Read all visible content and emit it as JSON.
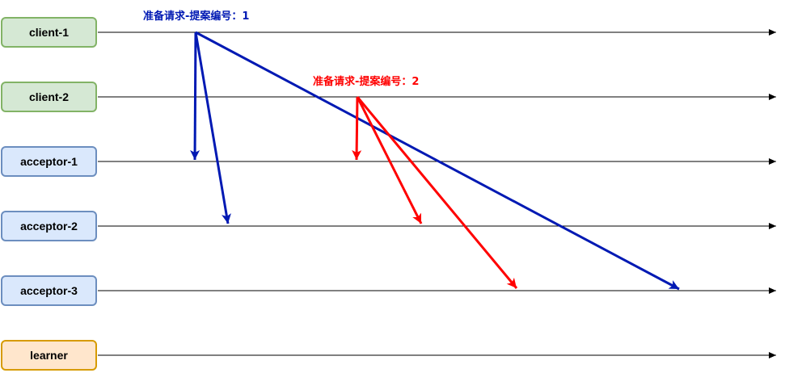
{
  "nodes": {
    "client_1": "client-1",
    "client_2": "client-2",
    "acceptor_1": "acceptor-1",
    "acceptor_2": "acceptor-2",
    "acceptor_3": "acceptor-3",
    "learner": "learner"
  },
  "messages": {
    "prepare_1": {
      "label": "准备请求-提案编号：1",
      "color": "#0019b3",
      "from": "client-1",
      "to": [
        "acceptor-1",
        "acceptor-2",
        "acceptor-3"
      ]
    },
    "prepare_2": {
      "label": "准备请求-提案编号：2",
      "color": "#ff0000",
      "from": "client-2",
      "to": [
        "acceptor-1",
        "acceptor-2",
        "acceptor-3"
      ]
    }
  },
  "colors": {
    "client_fill": "#d5e8d4",
    "client_border": "#82b366",
    "acceptor_fill": "#dae8fc",
    "acceptor_border": "#6c8ebf",
    "learner_fill": "#ffe6cc",
    "learner_border": "#d79b00",
    "timeline": "#000000"
  }
}
